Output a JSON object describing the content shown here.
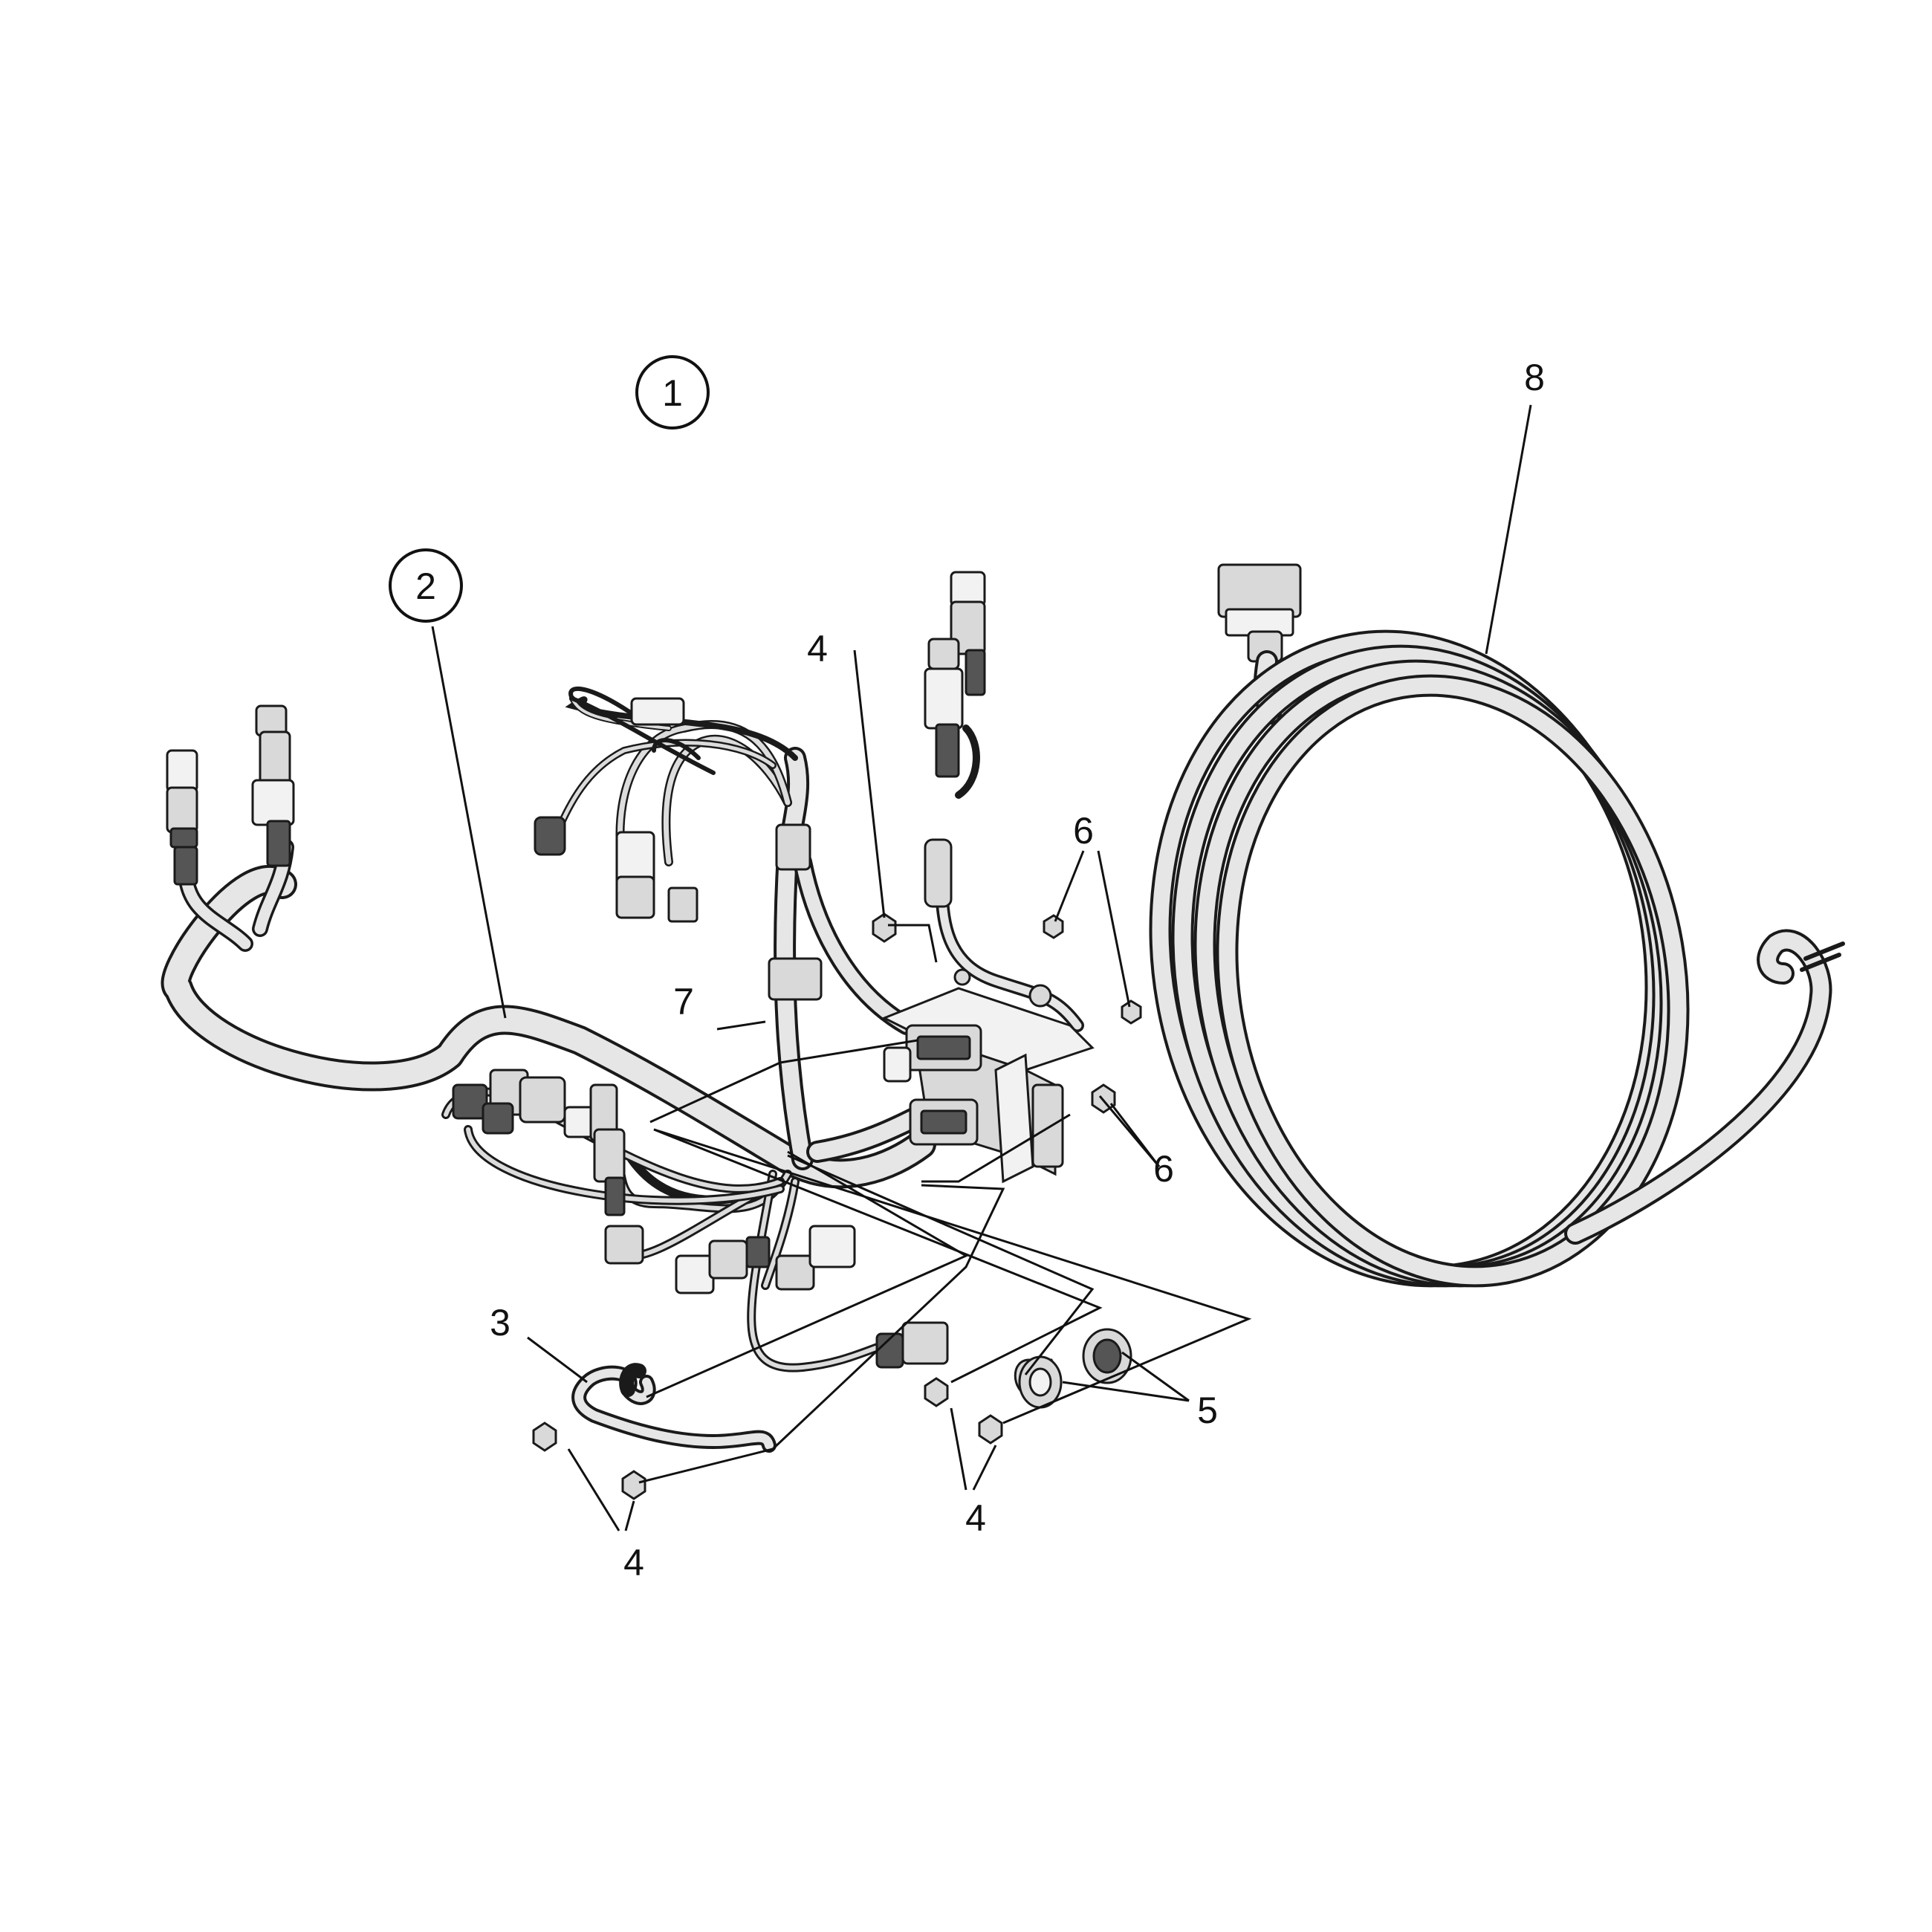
{
  "callouts": {
    "c1": "1",
    "c2": "2",
    "c3": "3",
    "c4a": "4",
    "c4b": "4",
    "c4c": "4",
    "c5": "5",
    "c6a": "6",
    "c6b": "6",
    "c7": "7",
    "c8": "8"
  },
  "colors": {
    "line": "#1a1a1a",
    "cable_fill": "#e6e6e6",
    "background": "#ffffff"
  }
}
